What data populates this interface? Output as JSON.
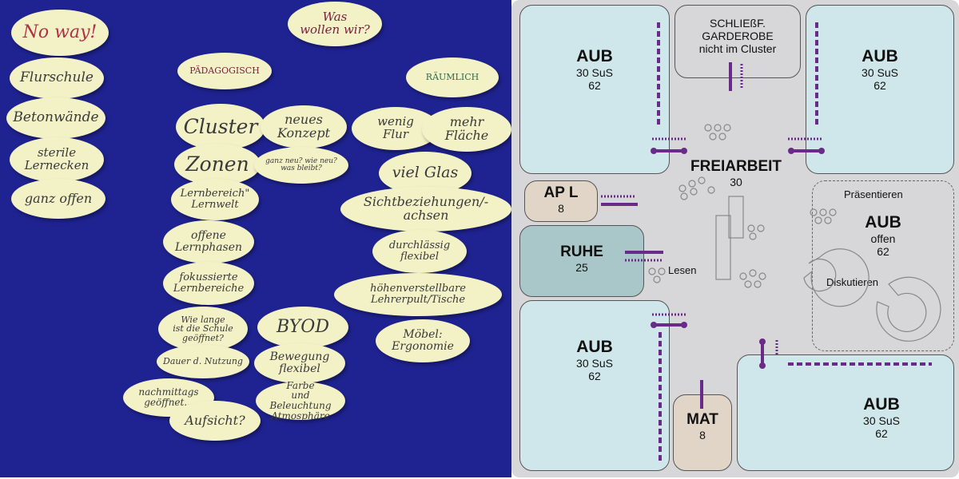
{
  "board": {
    "ovals": [
      {
        "text": "No way!",
        "color": "#b03048"
      },
      {
        "text": "Was\nwollen wir?",
        "color": "#7a2040"
      },
      {
        "text": "Flurschule",
        "color": "#3a3a3a"
      },
      {
        "text": "Betonwände",
        "color": "#3a3a3a"
      },
      {
        "text": "sterile\nLernecken",
        "color": "#3a3a3a"
      },
      {
        "text": "ganz offen",
        "color": "#3a3a3a"
      },
      {
        "text": "PÄDAGOGISCH",
        "color": "#7a2040"
      },
      {
        "text": "Cluster",
        "color": "#3a3a3a"
      },
      {
        "text": "neues\nKonzept",
        "color": "#3a3a3a"
      },
      {
        "text": "Zonen",
        "color": "#3a3a3a"
      },
      {
        "text": "ganz neu? wie neu?\nwas bleibt?",
        "color": "#3a3a3a"
      },
      {
        "text": "Lernbereich\"\nLernwelt",
        "color": "#3a3a3a"
      },
      {
        "text": "offene\nLernphasen",
        "color": "#3a3a3a"
      },
      {
        "text": "fokussierte\nLernbereiche",
        "color": "#3a3a3a"
      },
      {
        "text": "Wie lange\nist die Schule\ngeöffnet?",
        "color": "#3a3a3a"
      },
      {
        "text": "Dauer d. Nutzung",
        "color": "#3a3a3a"
      },
      {
        "text": "nachmittags\ngeöffnet...",
        "color": "#3a3a3a"
      },
      {
        "text": "Aufsicht?",
        "color": "#3a3a3a"
      },
      {
        "text": "RÄUMLICH",
        "color": "#2f6b4f"
      },
      {
        "text": "wenig\nFlur",
        "color": "#3a3a3a"
      },
      {
        "text": "mehr\nFläche",
        "color": "#3a3a3a"
      },
      {
        "text": "viel Glas",
        "color": "#3a3a3a"
      },
      {
        "text": "Sichtbeziehungen/-achsen",
        "color": "#3a3a3a"
      },
      {
        "text": "durchlässig\nflexibel",
        "color": "#3a3a3a"
      },
      {
        "text": "höhenverstellbare\nLehrerpult/Tische",
        "color": "#3a3a3a"
      },
      {
        "text": "Möbel:\nErgonomie",
        "color": "#3a3a3a"
      },
      {
        "text": "BYOD",
        "color": "#3a3a3a"
      },
      {
        "text": "Bewegung\nflexibel",
        "color": "#3a3a3a"
      },
      {
        "text": "Farbe\nund\nBeleuchtung\nAtmosphäre",
        "color": "#3a3a3a"
      }
    ]
  },
  "plan": {
    "aub_tl": {
      "title": "AUB",
      "sub1": "30 SuS",
      "sub2": "62"
    },
    "aub_tr": {
      "title": "AUB",
      "sub1": "30 SuS",
      "sub2": "62"
    },
    "aub_bl": {
      "title": "AUB",
      "sub1": "30 SuS",
      "sub2": "62"
    },
    "aub_br": {
      "title": "AUB",
      "sub1": "30 SuS",
      "sub2": "62"
    },
    "garderobe": {
      "line1": "SCHLIEßF.",
      "line2": "GARDEROBE",
      "line3": "nicht im Cluster"
    },
    "freiarbeit": {
      "title": "FREIARBEIT",
      "num": "30"
    },
    "apl": {
      "title": "AP L",
      "num": "8"
    },
    "ruhe": {
      "title": "RUHE",
      "num": "25"
    },
    "aub_open": {
      "title": "AUB",
      "sub1": "offen",
      "sub2": "62"
    },
    "mat": {
      "title": "MAT",
      "num": "8"
    },
    "labels": {
      "praesentieren": "Präsentieren",
      "lesen": "Lesen",
      "diskutieren": "Diskutieren"
    },
    "accent": "#6a2a8a"
  }
}
